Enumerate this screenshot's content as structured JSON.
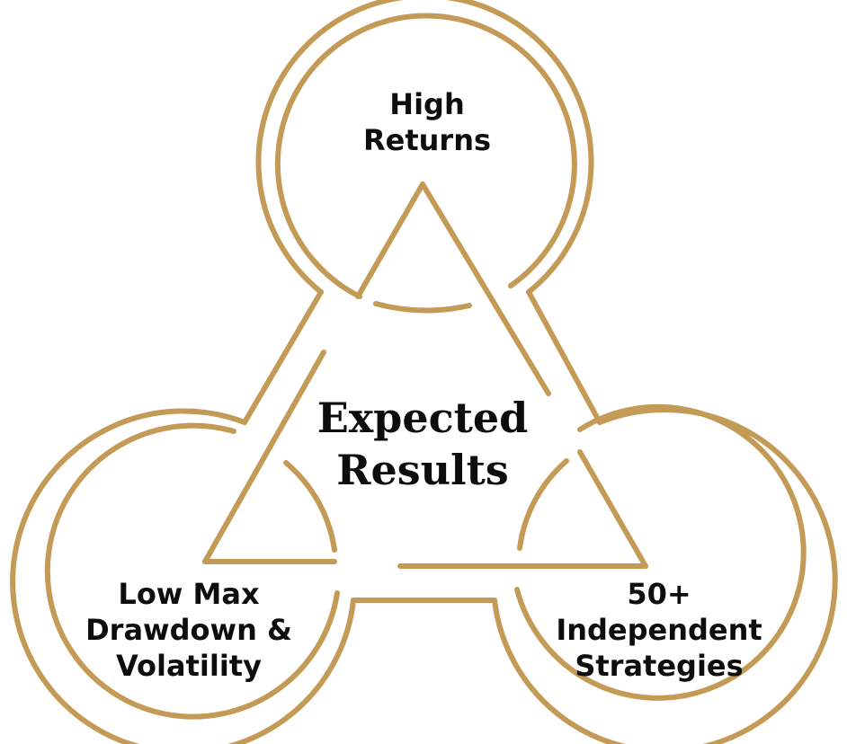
{
  "diagram": {
    "center_title_lines": [
      "Expected",
      "Results"
    ],
    "nodes": [
      {
        "id": "top",
        "lines": [
          "High",
          "Returns"
        ]
      },
      {
        "id": "left",
        "lines": [
          "Low Max",
          "Drawdown &",
          "Volatility"
        ]
      },
      {
        "id": "right",
        "lines": [
          "50+",
          "Independent",
          "Strategies"
        ]
      }
    ],
    "accent_color": "#c49a57",
    "text_color": "#0d0d0d"
  }
}
